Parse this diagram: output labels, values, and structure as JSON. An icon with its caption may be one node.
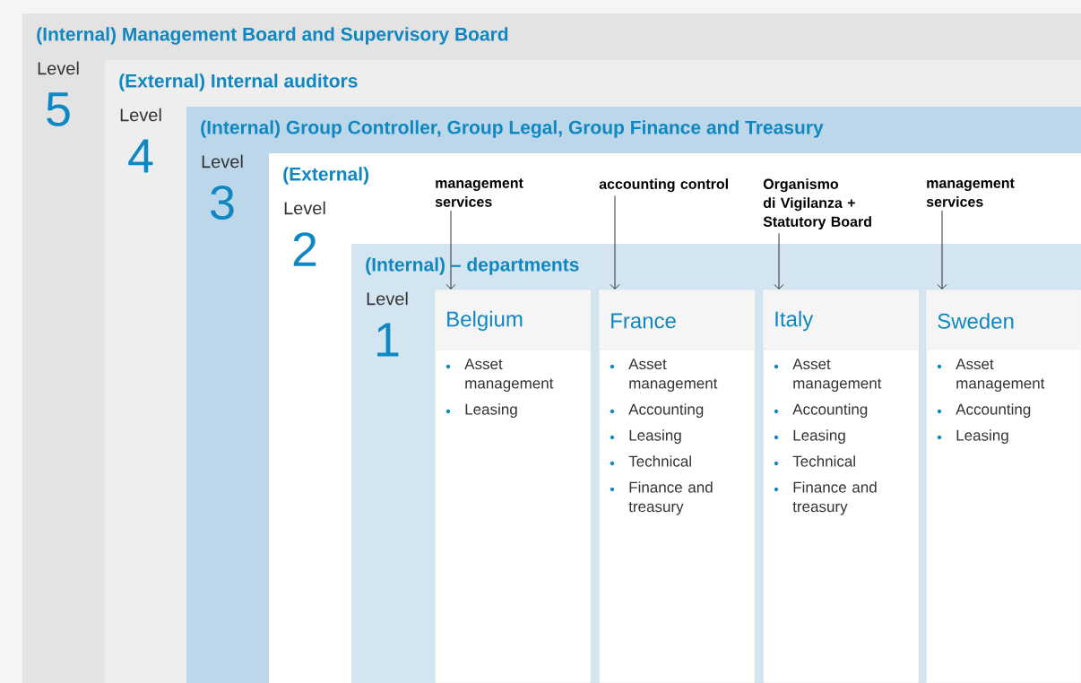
{
  "diagram": {
    "nodes": [
      {
        "text": [
          "(Internal) Management Board and Supervisory Board",
          "Level",
          "5"
        ]
      },
      {
        "text": [
          "(External) Internal auditors",
          "Level",
          "4"
        ],
        "in": 0
      },
      {
        "text": [
          "(Internal) Group Controller, Group Legal, Group Finance and Treasury",
          "Level",
          "3"
        ],
        "in": 1
      },
      {
        "text": [
          "(External)",
          "Level",
          "2"
        ],
        "in": 2
      },
      {
        "text": [
          "(Internal) – departments",
          "Level",
          "1"
        ],
        "in": 3
      },
      {
        "text": [
          "Belgium",
          "Asset management",
          "Leasing"
        ],
        "in": 4
      },
      {
        "text": [
          "France",
          "Asset management",
          "Accounting",
          "Leasing",
          "Technical",
          "Finance and treasury"
        ],
        "in": 4
      },
      {
        "text": [
          "Italy",
          "Asset management",
          "Accounting",
          "Leasing",
          "Technical",
          "Finance and treasury"
        ],
        "in": 4
      },
      {
        "text": [
          "Sweden",
          "Asset management",
          "Accounting",
          "Leasing"
        ],
        "in": 4
      },
      {
        "text": [
          "management services"
        ],
        "in": 3
      },
      {
        "text": [
          "accounting control"
        ],
        "in": 3
      },
      {
        "text": [
          "Organismo di Vigilanza + Statutory Board"
        ],
        "in": 3
      },
      {
        "text": [
          "management services"
        ],
        "in": 3
      }
    ],
    "edges": [
      {
        "from": 9,
        "to": 5,
        "arrow": "to"
      },
      {
        "from": 10,
        "to": 6,
        "arrow": "to"
      },
      {
        "from": 11,
        "to": 7,
        "arrow": "to"
      },
      {
        "from": 12,
        "to": 8,
        "arrow": "to"
      }
    ]
  }
}
